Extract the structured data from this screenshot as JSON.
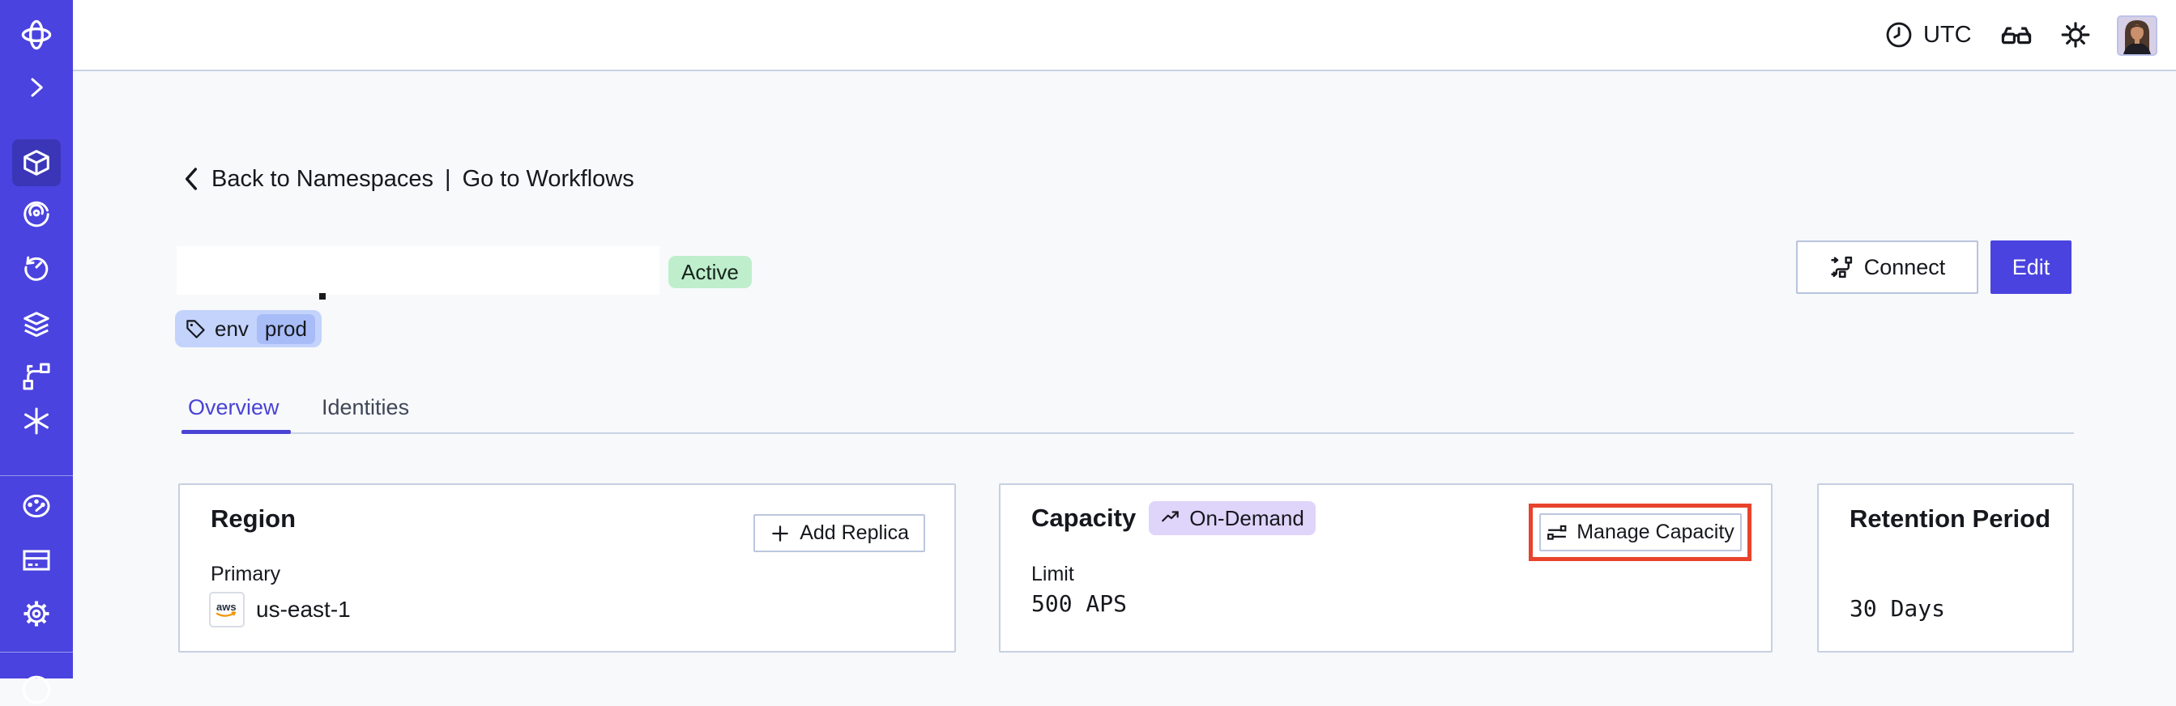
{
  "topbar": {
    "timezone_label": "UTC"
  },
  "breadcrumb": {
    "back_label": "Back to Namespaces",
    "separator": "|",
    "go_label": "Go to Workflows"
  },
  "header": {
    "status": "Active",
    "tag_key": "env",
    "tag_value": "prod",
    "connect_label": "Connect",
    "edit_label": "Edit"
  },
  "tabs": {
    "overview": "Overview",
    "identities": "Identities"
  },
  "cards": {
    "region": {
      "title": "Region",
      "action_label": "Add Replica",
      "primary_label": "Primary",
      "primary_value": "us-east-1",
      "provider_label": "aws"
    },
    "capacity": {
      "title": "Capacity",
      "badge_label": "On-Demand",
      "action_label": "Manage Capacity",
      "limit_label": "Limit",
      "limit_value": "500 APS"
    },
    "retention": {
      "title": "Retention Period",
      "value": "30 Days"
    }
  },
  "icons": {
    "sidebar": [
      "temporal-logo",
      "chevron-right",
      "cube",
      "spiral",
      "history-clock",
      "layers",
      "branch",
      "asterisk",
      "gauge",
      "credit-card",
      "gear",
      "circle-partial"
    ],
    "topbar": [
      "clock",
      "glasses",
      "sun",
      "avatar"
    ]
  },
  "colors": {
    "sidebar_bg": "#4A43DF",
    "sidebar_active_bg": "#3B36B8",
    "accent_indigo": "#4A43DF",
    "content_bg": "#F8F9FB",
    "card_border": "#C7D0E1",
    "active_badge_bg": "#BFEECD",
    "tag_chip_bg": "#C3D3FB",
    "tag_inner_bg": "#A8BCF8",
    "ondemand_badge_bg": "#DFD4FA",
    "highlight_red": "#E8432C",
    "aws_orange": "#F59300"
  }
}
